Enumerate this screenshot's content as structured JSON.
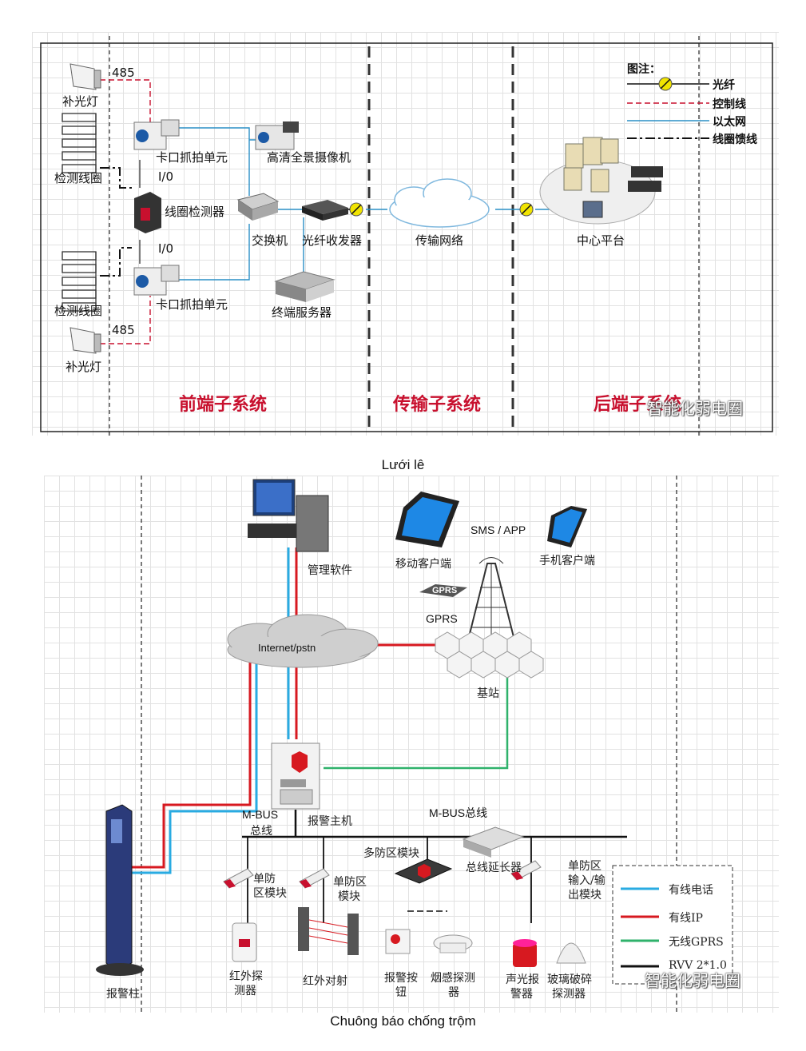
{
  "diagram1": {
    "legend": {
      "title": "图注：",
      "items": [
        {
          "label": "光纤",
          "color": "#111111"
        },
        {
          "label": "控制线",
          "color": "#c8102e"
        },
        {
          "label": "以太网",
          "color": "#2a8fc6"
        },
        {
          "label": "线圈馈线",
          "color": "#111111"
        }
      ]
    },
    "labels": {
      "fill_light_top": "补光灯",
      "fill_light_bottom": "补光灯",
      "rs485_top": "485",
      "rs485_bottom": "485",
      "detect_coil_top": "检测线圈",
      "detect_coil_bottom": "检测线圈",
      "capture_unit_top": "卡口抓拍单元",
      "capture_unit_bottom": "卡口抓拍单元",
      "io_top": "I/0",
      "io_bottom": "I/0",
      "coil_detector": "线圈检测器",
      "hd_panoramic_camera": "高清全景摄像机",
      "switch": "交换机",
      "fiber_transceiver": "光纤收发器",
      "terminal_server": "终端服务器",
      "transmission_network": "传输网络",
      "center_platform": "中心平台"
    },
    "subsystems": [
      "前端子系统",
      "传输子系统",
      "后端子系统"
    ],
    "watermark": "智能化弱电圈"
  },
  "caption1": "Lưới lê",
  "diagram2": {
    "labels": {
      "management_software": "管理软件",
      "mobile_client": "移动客户端",
      "sms_app": "SMS / APP",
      "phone_client": "手机客户端",
      "gprs_badge": "GPRS",
      "gprs": "GPRS",
      "internet": "Internet/pstn",
      "base_station": "基站",
      "mbus_left_1": "M-BUS",
      "mbus_left_2": "总线",
      "alarm_host": "报警主机",
      "mbus_bus": "M-BUS总线",
      "multi_zone_module": "多防区模块",
      "bus_extender": "总线延长器",
      "single_zone_1a": "单防",
      "single_zone_1b": "区模块",
      "single_zone_2a": "单防区",
      "single_zone_2b": "模块",
      "single_zone_io_a": "单防区",
      "single_zone_io_b": "输入/输",
      "single_zone_io_c": "出模块",
      "alarm_column": "报警柱",
      "ir_detector_a": "红外探",
      "ir_detector_b": "测器",
      "ir_beam": "红外对射",
      "alarm_button_a": "报警按",
      "alarm_button_b": "钮",
      "smoke_detector_a": "烟感探测",
      "smoke_detector_b": "器",
      "sound_light_a": "声光报",
      "sound_light_b": "警器",
      "glass_break_a": "玻璃破碎",
      "glass_break_b": "探测器"
    },
    "legend": [
      {
        "label": "有线电话",
        "color": "#29abe2"
      },
      {
        "label": "有线IP",
        "color": "#d71920"
      },
      {
        "label": "无线GPRS",
        "color": "#2fb26b"
      },
      {
        "label": "RVV 2*1.0",
        "color": "#111111"
      }
    ],
    "watermark": "智能化弱电圈"
  },
  "caption2": "Chuông báo chống trộm"
}
